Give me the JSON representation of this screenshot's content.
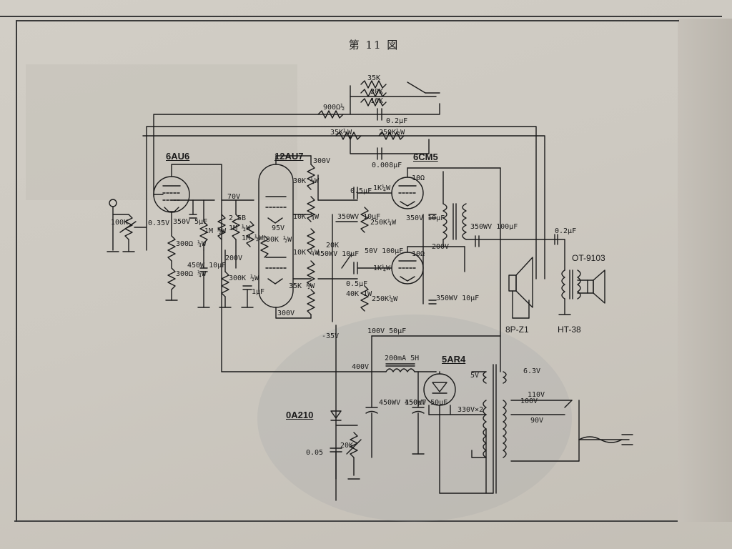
{
  "figure": {
    "title": "第 11 図"
  },
  "tubes": {
    "t1": "6AU6",
    "t2": "12AU7",
    "t3": "6CM5",
    "t4": "5AR4",
    "t5": "0A210"
  },
  "outputs": {
    "speaker_main": "8P-Z1",
    "transformer": "OT-9103",
    "speaker_ht": "HT-38"
  },
  "voltages": {
    "v300a": "300V",
    "v300b": "300V",
    "v200a": "200V",
    "v200b": "200V",
    "v70": "70V",
    "v95": "95V",
    "v035": "0.35V",
    "v400": "400V",
    "vneg35": "-35V",
    "v63": "6.3V",
    "v5": "5V",
    "v110": "110V",
    "v100": "100V",
    "v90": "90V",
    "v330": "330V×2"
  },
  "components": {
    "r35k": "35K",
    "r20k": "20K",
    "r16k": "16K",
    "r900": "900Ω½",
    "c02": "0.2μF",
    "r35k2": "35K½W",
    "r250k": "250K½W",
    "c0008": "0.008μF",
    "pot100k": "100K",
    "c350v5": "350V 5μF",
    "r1m": "1M ½W",
    "r300": "300Ω ¼W",
    "c450": "450W 10μF",
    "r300b": "300Ω ¼W",
    "r25b": "2.5B",
    "r1mb": "1M ½W",
    "r1mc": "1M ½W",
    "r300k": "300K ½W",
    "c1uf": "1μF",
    "r130k": "130K ½W",
    "r30k": "30K ½W",
    "r10k": "10K ¼W",
    "r10kb": "10K ¼W",
    "r35kc": "35K ½W",
    "c05a": "0.5μF",
    "r1k": "1K¼W",
    "r10": "10Ω",
    "c350wv": "350WV 10μF",
    "r250k4": "250K¼W",
    "c350v": "350V 10μF",
    "c350wv2": "350WV 100μF",
    "c02b": "0.2μF",
    "r20kc": "20K",
    "c450wv": "450WV 10μF",
    "c50v": "50V 100μF",
    "c05b": "0.5μF",
    "r1k2": "1K¼W",
    "r10b": "10Ω",
    "r40k": "40K 1W",
    "r250k4b": "250K¼W",
    "c350v2": "350WV 10μF",
    "c100v": "100V 50μF",
    "choke": "200mA 5H",
    "c450a": "450WV 150μF",
    "c450b": "450WV 50μF",
    "c005": "0.05",
    "r20kd": "20K"
  },
  "colors": {
    "ink": "#1b1b1b",
    "paper": "#cfcbc3"
  }
}
